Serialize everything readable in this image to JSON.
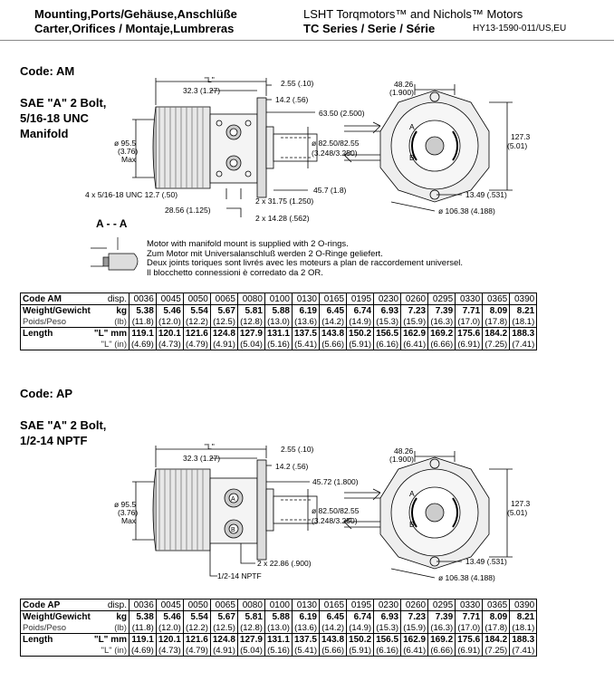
{
  "header": {
    "left_line1": "Mounting,Ports/Gehäuse,Anschlüße",
    "left_line2": "Carter,Orifices / Montaje,Lumbreras",
    "right_line1": "LSHT Torqmotors™ and Nichols™ Motors",
    "right_line2": "TC Series / Serie / Série",
    "doc_code": "HY13-1590-011/US,EU"
  },
  "section_am": {
    "code": "Code: AM",
    "title1": "SAE \"A\" 2 Bolt,",
    "title2": "5/16-18 UNC",
    "title3": "Manifold",
    "dims": {
      "L": "\"L\"",
      "d1": "2.55 (.10)",
      "d2": "32.3 (1.27)",
      "d3": "14.2 (.56)",
      "d4": "63.50 (2.500)",
      "d5": "ø 95.5",
      "d5b": "(3.76)",
      "d5c": "Max",
      "d6": "ø 82.50/82.55",
      "d6b": "(3.248/3.250)",
      "d7": "45.7 (1.8)",
      "d8": "4 x 5/16-18 UNC 12.7 (.50)",
      "d9": "2 x 31.75 (1.250)",
      "d10": "28.56 (1.125)",
      "d11": "2 x 14.28 (.562)",
      "r1": "48.26",
      "r1b": "(1.900)",
      "r2": "127.3",
      "r2b": "(5.01)",
      "r3": "13.49 (.531)",
      "r4": "ø 106.38 (4.188)",
      "portA": "A",
      "portB": "B"
    },
    "section_view": "A - - A",
    "notes": [
      "Motor with manifold mount is supplied with 2 O-rings.",
      "Zum Motor mit Universalanschluß werden 2 O-Ringe geliefert.",
      "Deux joints toriques sont livrés avec les moteurs a plan de raccordement universel.",
      "Il blocchetto connessioni è corredato da 2 OR."
    ]
  },
  "section_ap": {
    "code": "Code: AP",
    "title1": "SAE \"A\" 2 Bolt,",
    "title2": "1/2-14 NPTF",
    "dims": {
      "L": "\"L\"",
      "d1": "2.55 (.10)",
      "d2": "32.3 (1.27)",
      "d3": "14.2 (.56)",
      "d4": "45.72 (1.800)",
      "d5": "ø 95.5",
      "d5b": "(3.76)",
      "d5c": "Max",
      "d6": "ø 82.50/82.55",
      "d6b": "(3.248/3.250)",
      "d9": "2 x 22.86 (.900)",
      "d12": "1/2-14 NPTF",
      "r1": "48.26",
      "r1b": "(1.900)",
      "r2": "127.3",
      "r2b": "(5.01)",
      "r3": "13.49 (.531)",
      "r4": "ø 106.38 (4.188)",
      "portA": "A",
      "portB": "B"
    }
  },
  "tables": [
    {
      "code_label": "Code AM",
      "disp_label": "disp.",
      "columns": [
        "0036",
        "0045",
        "0050",
        "0065",
        "0080",
        "0100",
        "0130",
        "0165",
        "0195",
        "0230",
        "0260",
        "0295",
        "0330",
        "0365",
        "0390"
      ],
      "weight_label": "Weight/Gewicht",
      "weight_unit": "kg",
      "weight_kg": [
        "5.38",
        "5.46",
        "5.54",
        "5.67",
        "5.81",
        "5.88",
        "6.19",
        "6.45",
        "6.74",
        "6.93",
        "7.23",
        "7.39",
        "7.71",
        "8.09",
        "8.21"
      ],
      "weight_sub_label": "Poids/Peso",
      "weight_sub_unit": "(lb)",
      "weight_lb": [
        "(11.8)",
        "(12.0)",
        "(12.2)",
        "(12.5)",
        "(12.8)",
        "(13.0)",
        "(13.6)",
        "(14.2)",
        "(14.9)",
        "(15.3)",
        "(15.9)",
        "(16.3)",
        "(17.0)",
        "(17.8)",
        "(18.1)"
      ],
      "length_label": "Length",
      "length_unit": "\"L\" mm",
      "length_mm": [
        "119.1",
        "120.1",
        "121.6",
        "124.8",
        "127.9",
        "131.1",
        "137.5",
        "143.8",
        "150.2",
        "156.5",
        "162.9",
        "169.2",
        "175.6",
        "184.2",
        "188.3"
      ],
      "length_sub_unit": "\"L\" (in)",
      "length_in": [
        "(4.69)",
        "(4.73)",
        "(4.79)",
        "(4.91)",
        "(5.04)",
        "(5.16)",
        "(5.41)",
        "(5.66)",
        "(5.91)",
        "(6.16)",
        "(6.41)",
        "(6.66)",
        "(6.91)",
        "(7.25)",
        "(7.41)"
      ]
    },
    {
      "code_label": "Code AP",
      "disp_label": "disp.",
      "columns": [
        "0036",
        "0045",
        "0050",
        "0065",
        "0080",
        "0100",
        "0130",
        "0165",
        "0195",
        "0230",
        "0260",
        "0295",
        "0330",
        "0365",
        "0390"
      ],
      "weight_label": "Weight/Gewicht",
      "weight_unit": "kg",
      "weight_kg": [
        "5.38",
        "5.46",
        "5.54",
        "5.67",
        "5.81",
        "5.88",
        "6.19",
        "6.45",
        "6.74",
        "6.93",
        "7.23",
        "7.39",
        "7.71",
        "8.09",
        "8.21"
      ],
      "weight_sub_label": "Poids/Peso",
      "weight_sub_unit": "(lb)",
      "weight_lb": [
        "(11.8)",
        "(12.0)",
        "(12.2)",
        "(12.5)",
        "(12.8)",
        "(13.0)",
        "(13.6)",
        "(14.2)",
        "(14.9)",
        "(15.3)",
        "(15.9)",
        "(16.3)",
        "(17.0)",
        "(17.8)",
        "(18.1)"
      ],
      "length_label": "Length",
      "length_unit": "\"L\" mm",
      "length_mm": [
        "119.1",
        "120.1",
        "121.6",
        "124.8",
        "127.9",
        "131.1",
        "137.5",
        "143.8",
        "150.2",
        "156.5",
        "162.9",
        "169.2",
        "175.6",
        "184.2",
        "188.3"
      ],
      "length_sub_unit": "\"L\" (in)",
      "length_in": [
        "(4.69)",
        "(4.73)",
        "(4.79)",
        "(4.91)",
        "(5.04)",
        "(5.16)",
        "(5.41)",
        "(5.66)",
        "(5.91)",
        "(6.16)",
        "(6.41)",
        "(6.66)",
        "(6.91)",
        "(7.25)",
        "(7.41)"
      ]
    }
  ]
}
